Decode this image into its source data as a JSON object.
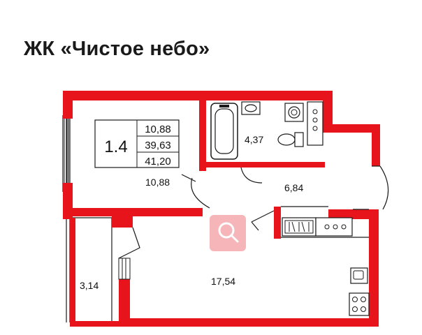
{
  "header": {
    "title": "ЖК «Чистое небо»"
  },
  "plan": {
    "type_label": "1.4",
    "areas_box": [
      "10,88",
      "39,63",
      "41,20"
    ],
    "rooms": {
      "bedroom": "10,88",
      "bathroom": "4,37",
      "hallway": "6,84",
      "loggia": "3,14",
      "living_kitchen": "17,54"
    }
  },
  "colors": {
    "wall": "#e8141c",
    "line": "#1a1a1a",
    "search_badge": "#f5a9ad"
  }
}
